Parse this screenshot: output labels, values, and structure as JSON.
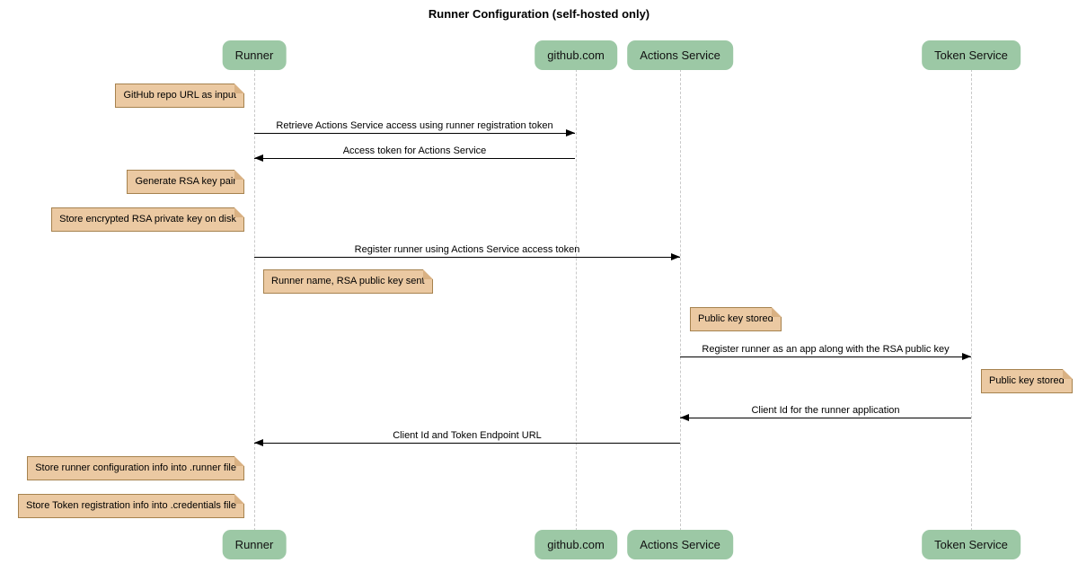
{
  "title": "Runner Configuration (self-hosted only)",
  "colors": {
    "actor_fill": "#9cc8a5",
    "note_fill": "#ebc9a2",
    "note_border": "#a6824e",
    "lifeline": "#c9c9c9",
    "arrow": "#000000"
  },
  "actors": [
    {
      "id": "runner",
      "label": "Runner"
    },
    {
      "id": "github",
      "label": "github.com"
    },
    {
      "id": "actions-service",
      "label": "Actions Service"
    },
    {
      "id": "token-service",
      "label": "Token Service"
    }
  ],
  "notes": [
    {
      "text": "GitHub repo URL as input",
      "position": "left of Runner"
    },
    {
      "text": "Generate RSA key pair",
      "position": "left of Runner"
    },
    {
      "text": "Store encrypted RSA private key on disk",
      "position": "left of Runner"
    },
    {
      "text": "Runner name, RSA public key sent",
      "position": "right of Runner"
    },
    {
      "text": "Public key stored",
      "position": "right of Actions Service"
    },
    {
      "text": "Public key stored",
      "position": "right of Token Service"
    },
    {
      "text": "Store runner configuration info into .runner file",
      "position": "left of Runner"
    },
    {
      "text": "Store Token registration info into .credentials file",
      "position": "left of Runner"
    }
  ],
  "messages": [
    {
      "text": "Retrieve Actions Service access using runner registration token",
      "from": "Runner",
      "to": "github.com"
    },
    {
      "text": "Access token for Actions Service",
      "from": "github.com",
      "to": "Runner"
    },
    {
      "text": "Register runner using Actions Service access token",
      "from": "Runner",
      "to": "Actions Service"
    },
    {
      "text": "Register runner as an app along with the RSA public key",
      "from": "Actions Service",
      "to": "Token Service"
    },
    {
      "text": "Client Id for the runner application",
      "from": "Token Service",
      "to": "Actions Service"
    },
    {
      "text": "Client Id and Token Endpoint URL",
      "from": "Actions Service",
      "to": "Runner"
    }
  ]
}
